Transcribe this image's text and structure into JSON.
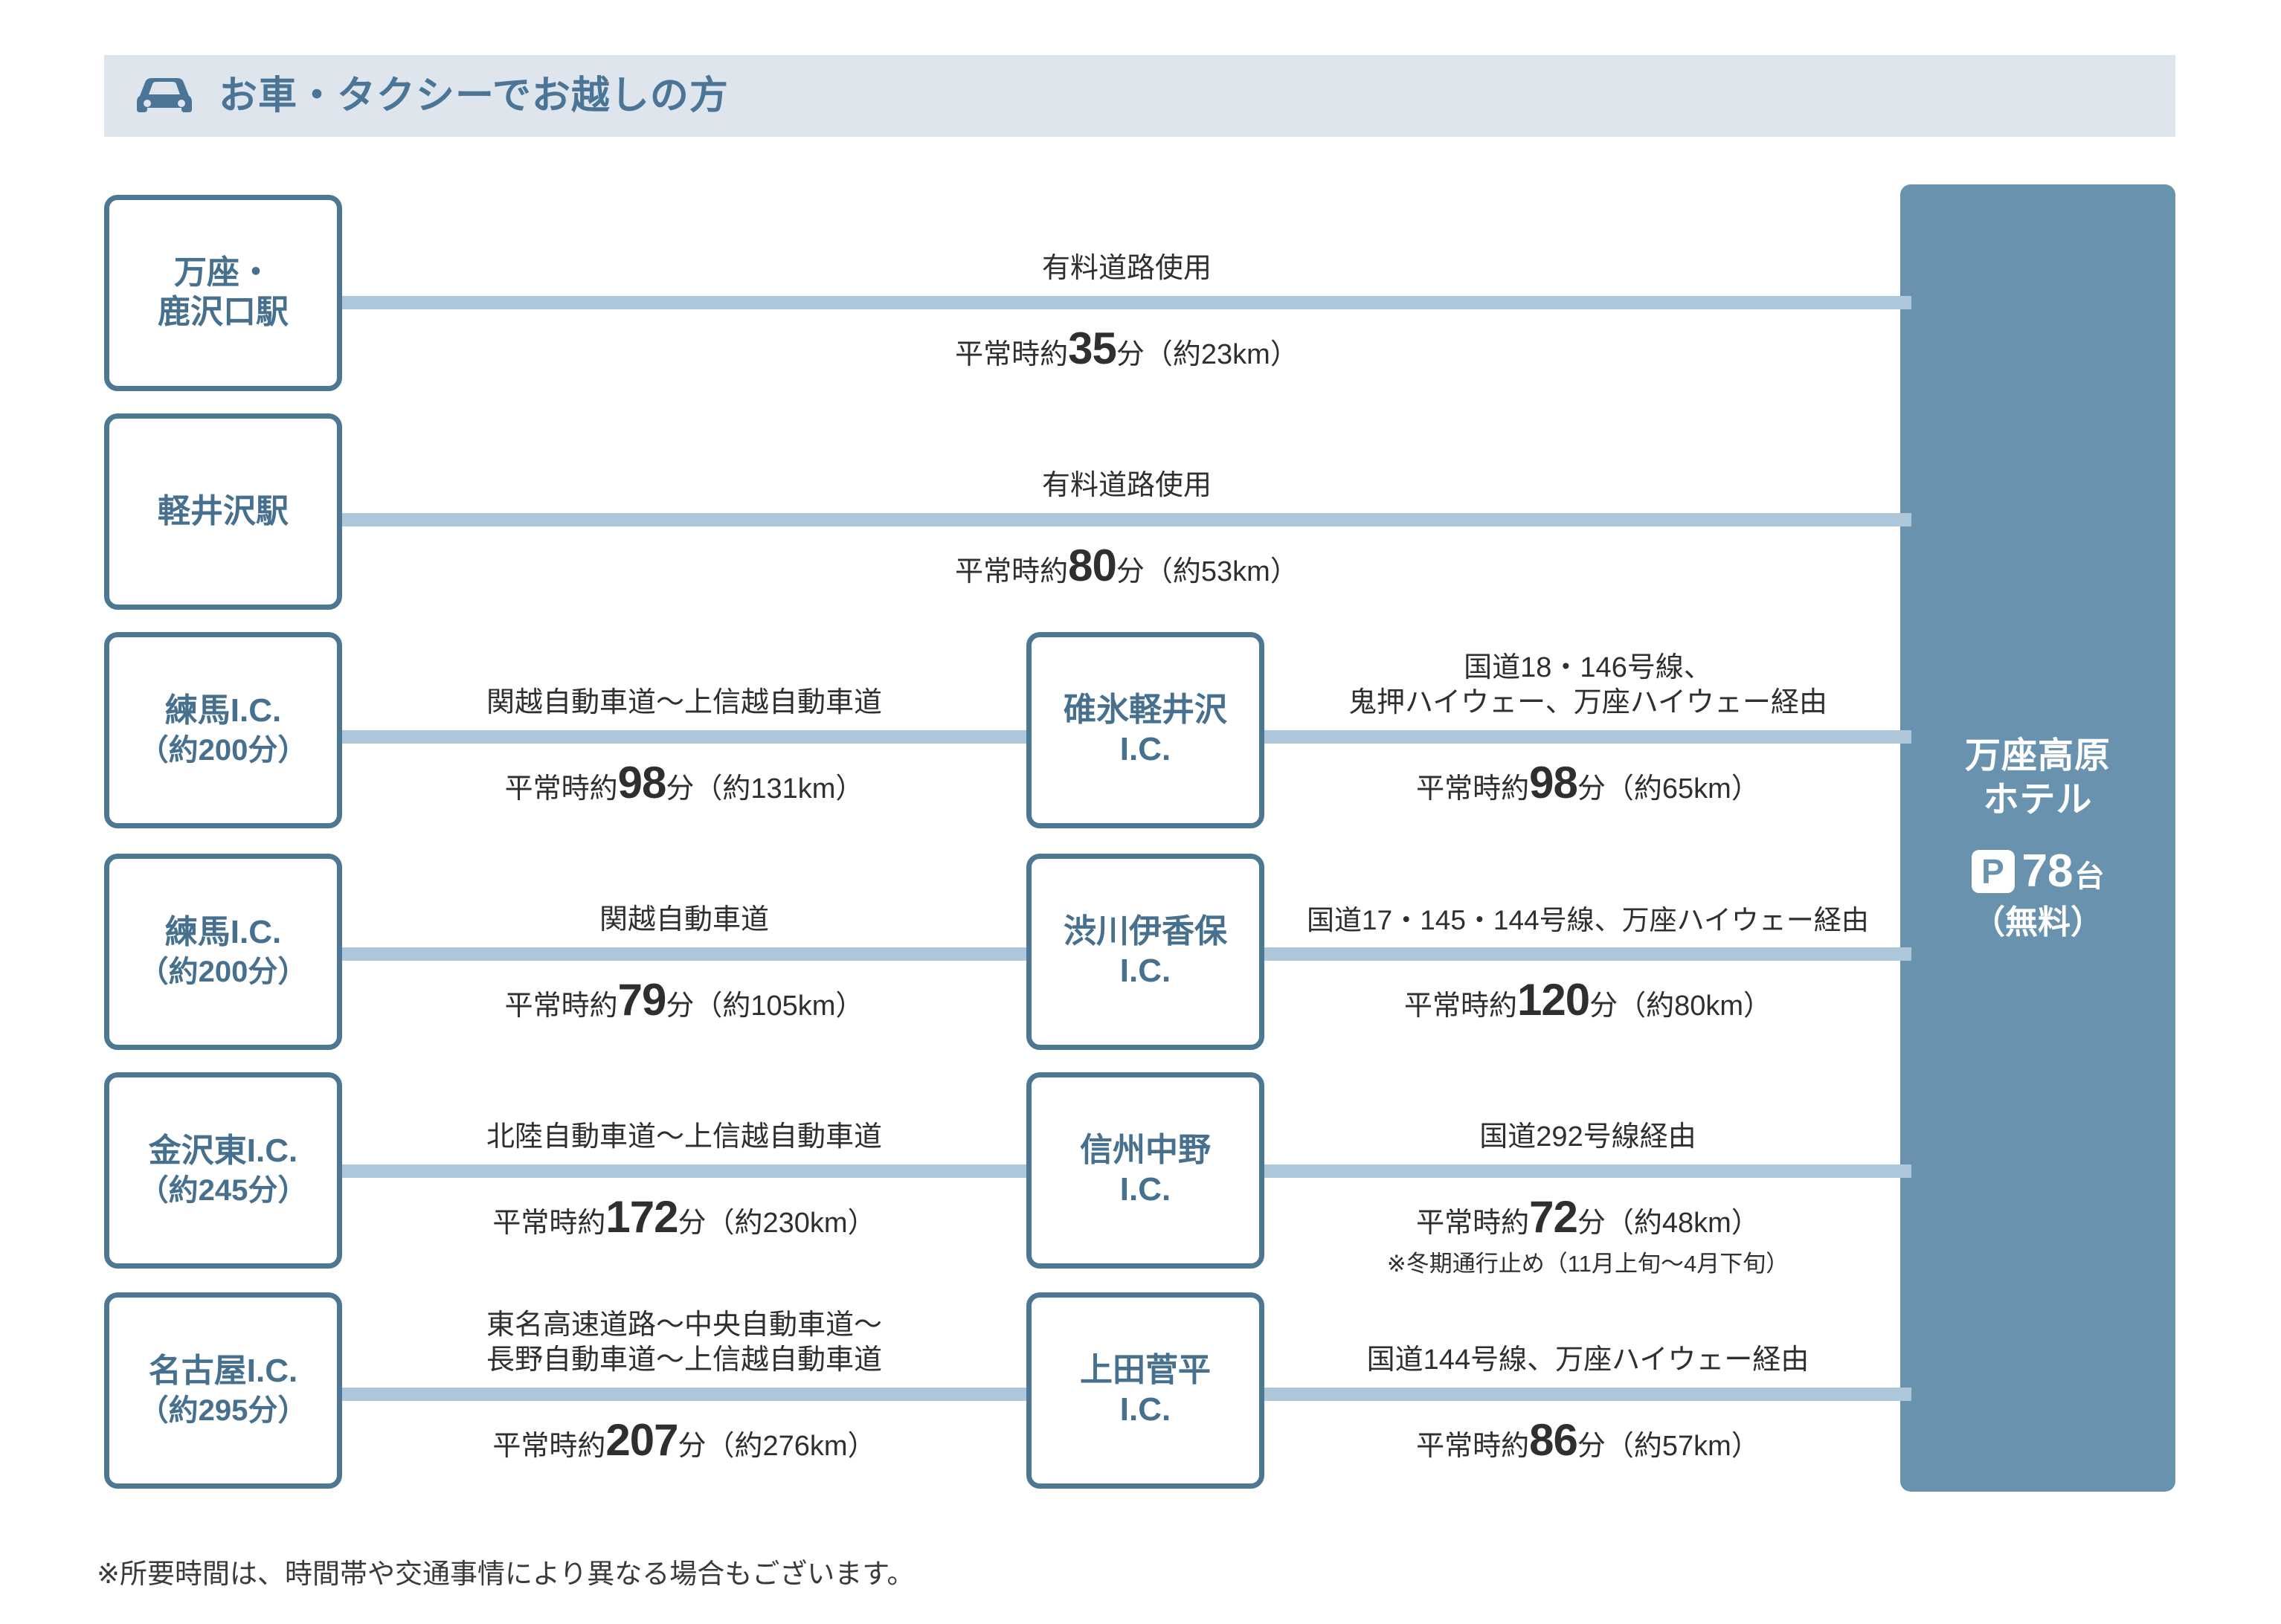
{
  "header": {
    "icon": "car-icon",
    "title": "お車・タクシーでお越しの方"
  },
  "destination": {
    "name_line1": "万座高原",
    "name_line2": "ホテル",
    "parking_icon": "P",
    "parking_count": "78",
    "parking_unit": "台",
    "parking_fee": "（無料）"
  },
  "origins": [
    {
      "title": "万座・",
      "title2": "鹿沢口駅",
      "sub": ""
    },
    {
      "title": "軽井沢駅",
      "title2": "",
      "sub": ""
    },
    {
      "title": "練馬I.C.",
      "title2": "",
      "sub": "（約200分）"
    },
    {
      "title": "練馬I.C.",
      "title2": "",
      "sub": "（約200分）"
    },
    {
      "title": "金沢東I.C.",
      "title2": "",
      "sub": "（約245分）"
    },
    {
      "title": "名古屋I.C.",
      "title2": "",
      "sub": "（約295分）"
    }
  ],
  "hubs": [
    {
      "title": "碓氷軽井沢",
      "title2": "I.C."
    },
    {
      "title": "渋川伊香保",
      "title2": "I.C."
    },
    {
      "title": "信州中野",
      "title2": "I.C."
    },
    {
      "title": "上田菅平",
      "title2": "I.C."
    }
  ],
  "segments": {
    "row1_direct": {
      "route": "有料道路使用",
      "time_prefix": "平常時約",
      "time_value": "35",
      "time_suffix": "分（約23km）"
    },
    "row2_direct": {
      "route": "有料道路使用",
      "time_prefix": "平常時約",
      "time_value": "80",
      "time_suffix": "分（約53km）"
    },
    "row3_left": {
      "route": "関越自動車道〜上信越自動車道",
      "time_prefix": "平常時約",
      "time_value": "98",
      "time_suffix": "分（約131km）"
    },
    "row3_right": {
      "route_line1": "国道18・146号線、",
      "route_line2": "鬼押ハイウェー、万座ハイウェー経由",
      "time_prefix": "平常時約",
      "time_value": "98",
      "time_suffix": "分（約65km）"
    },
    "row4_left": {
      "route": "関越自動車道",
      "time_prefix": "平常時約",
      "time_value": "79",
      "time_suffix": "分（約105km）"
    },
    "row4_right": {
      "route_line1": "国道17・145・144号線、万座ハイウェー経由",
      "route_line2": "",
      "time_prefix": "平常時約",
      "time_value": "120",
      "time_suffix": "分（約80km）"
    },
    "row5_left": {
      "route": "北陸自動車道〜上信越自動車道",
      "time_prefix": "平常時約",
      "time_value": "172",
      "time_suffix": "分（約230km）"
    },
    "row5_right": {
      "route_line1": "国道292号線経由",
      "route_line2": "",
      "time_prefix": "平常時約",
      "time_value": "72",
      "time_suffix": "分（約48km）",
      "note": "※冬期通行止め（11月上旬〜4月下旬）"
    },
    "row6_left": {
      "route_line1": "東名高速道路〜中央自動車道〜",
      "route_line2": "長野自動車道〜上信越自動車道",
      "time_prefix": "平常時約",
      "time_value": "207",
      "time_suffix": "分（約276km）"
    },
    "row6_right": {
      "route_line1": "国道144号線、万座ハイウェー経由",
      "route_line2": "",
      "time_prefix": "平常時約",
      "time_value": "86",
      "time_suffix": "分（約57km）"
    }
  },
  "footnote": "※所要時間は、時間帯や交通事情により異なる場合もございます。",
  "colors": {
    "header_bg": "#dfe5ec",
    "accent": "#4e7794",
    "destination_bg": "#6892ad",
    "connector": "#aec6da"
  }
}
